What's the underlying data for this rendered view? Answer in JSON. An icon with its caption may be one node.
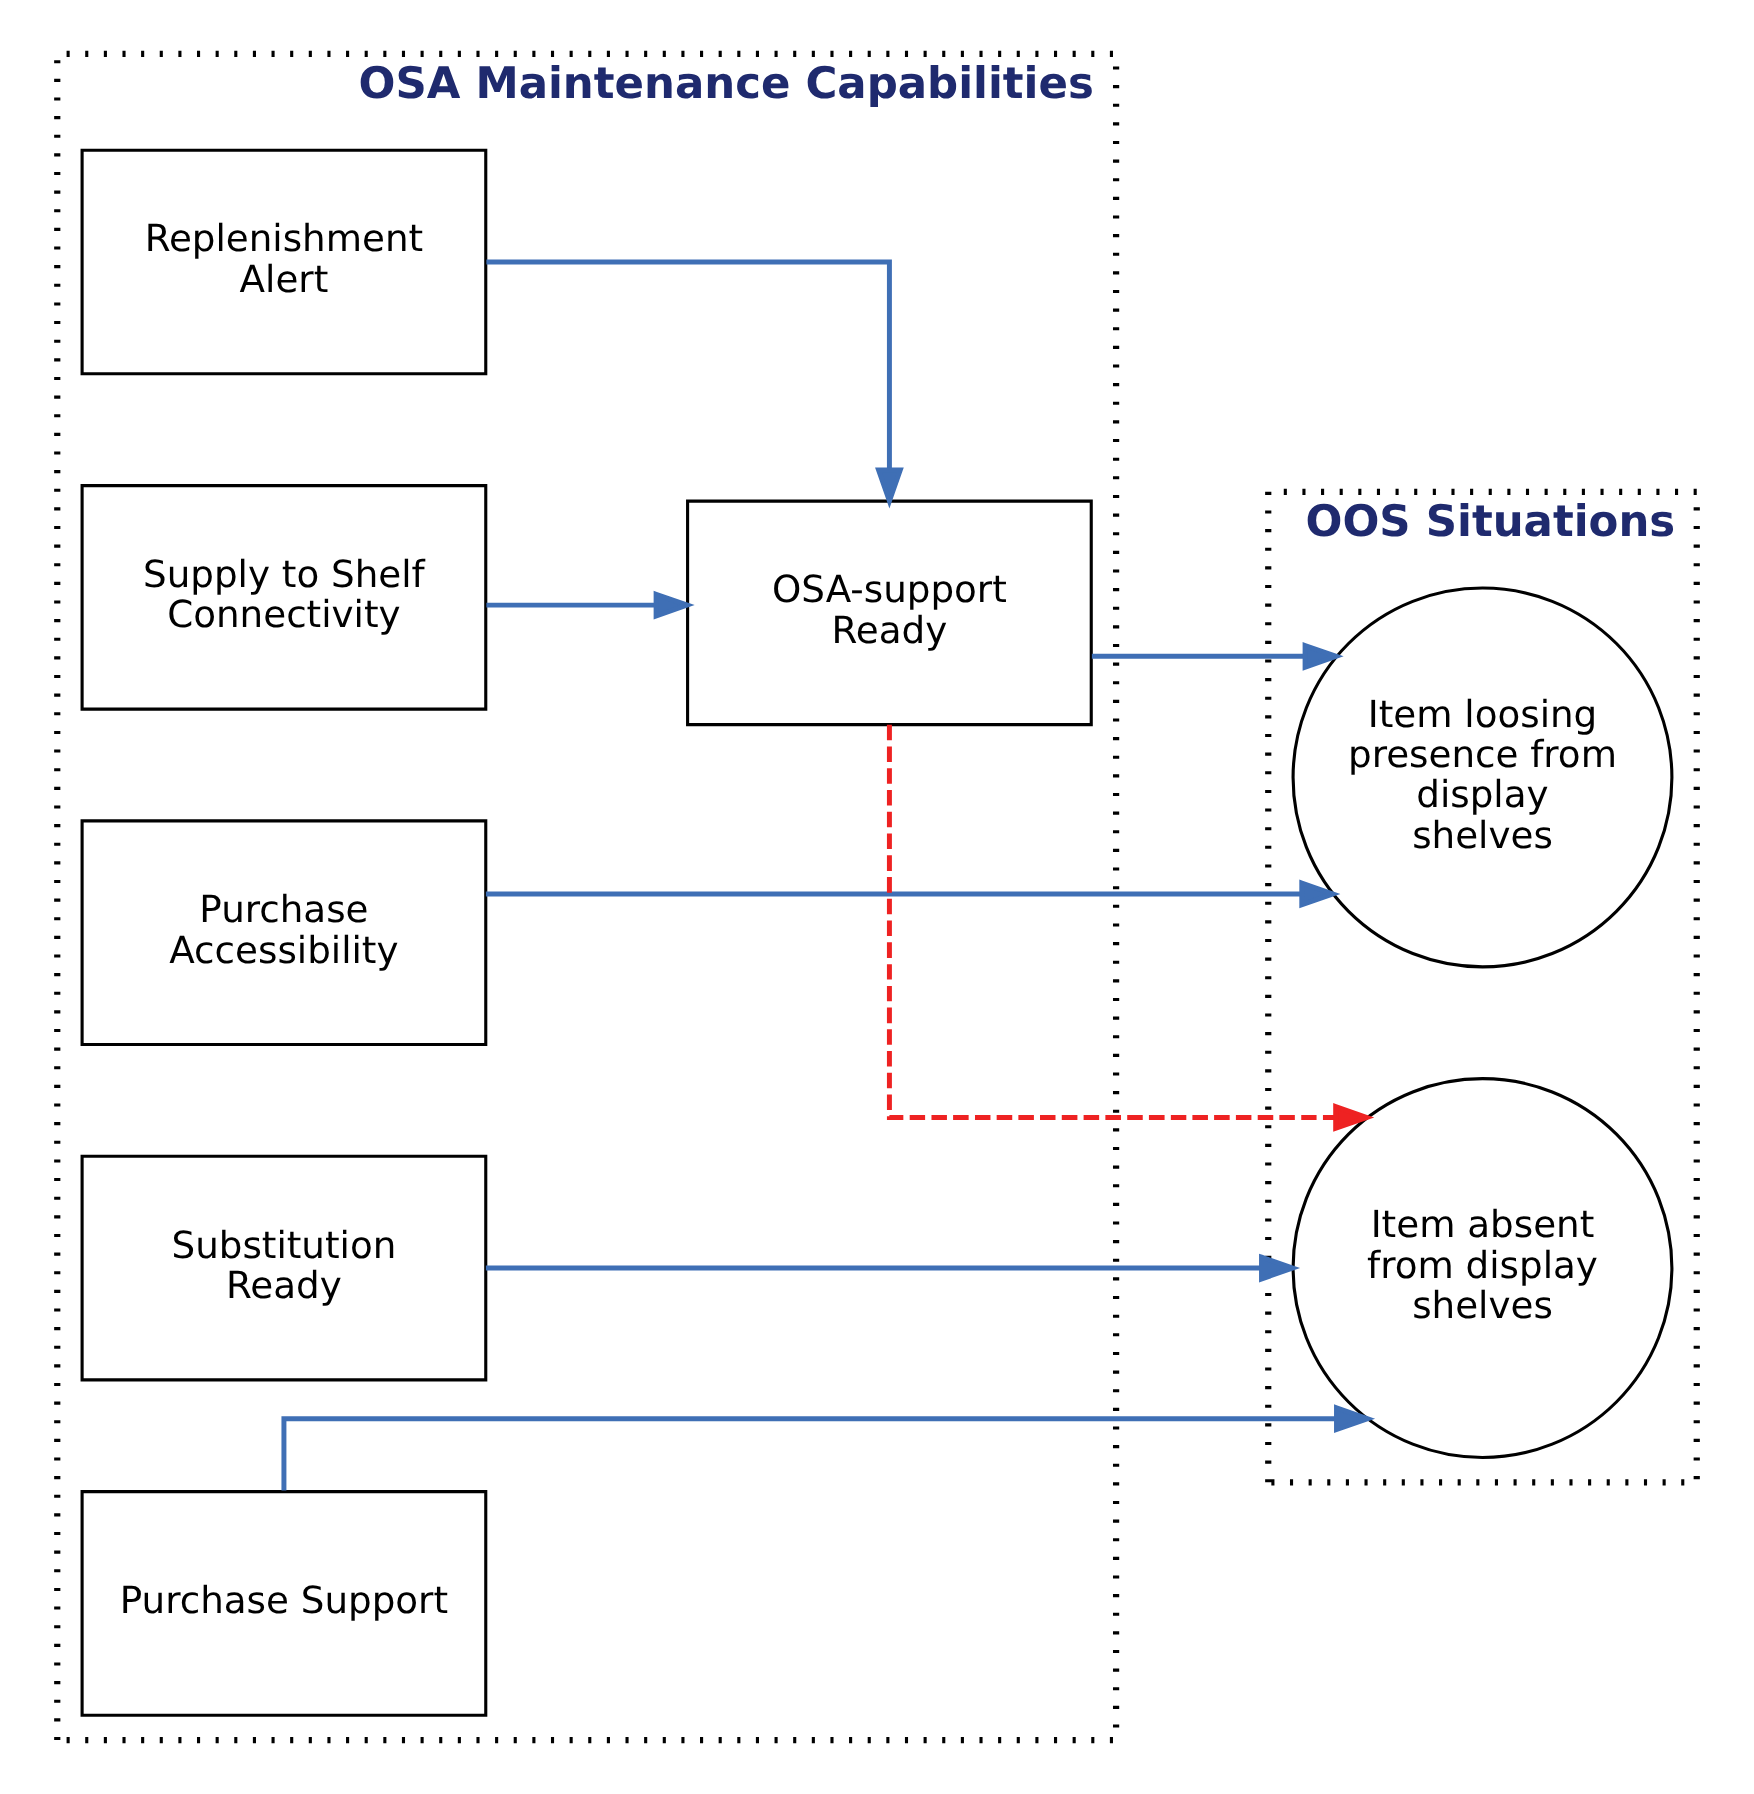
{
  "diagram": {
    "nodes": [
      {
        "text": [
          "OSA Maintenance Capabilities"
        ]
      },
      {
        "text": [
          "Purchase Accessibility"
        ],
        "in": 0
      },
      {
        "text": [
          "Replenishment Alert"
        ],
        "in": 0
      },
      {
        "text": [
          "OSA-support Ready"
        ],
        "in": 0
      },
      {
        "text": [
          "Supply to Shelf Connectivity"
        ],
        "in": 0
      },
      {
        "text": [
          "Substitution Ready"
        ],
        "in": 0
      },
      {
        "text": [
          "Purchase Support"
        ],
        "in": 0
      },
      {
        "text": [
          "OOS Situations"
        ]
      },
      {
        "text": [
          "Item loosing presence from display shelves"
        ],
        "in": 7
      },
      {
        "text": [
          "Item absent from display shelves"
        ],
        "in": 7
      }
    ],
    "edges": [
      {
        "from": 1,
        "to": 8,
        "arrow": "to"
      },
      {
        "from": 2,
        "to": 3,
        "arrow": "to"
      },
      {
        "from": 4,
        "to": 3,
        "arrow": "to"
      },
      {
        "from": 3,
        "to": 8,
        "arrow": "to"
      },
      {
        "from": 3,
        "to": 9,
        "arrow": "to",
        "style": "dashed",
        "color": "#ee2222"
      },
      {
        "from": 5,
        "to": 9,
        "arrow": "to"
      },
      {
        "from": 6,
        "to": 9,
        "arrow": "to"
      }
    ]
  }
}
